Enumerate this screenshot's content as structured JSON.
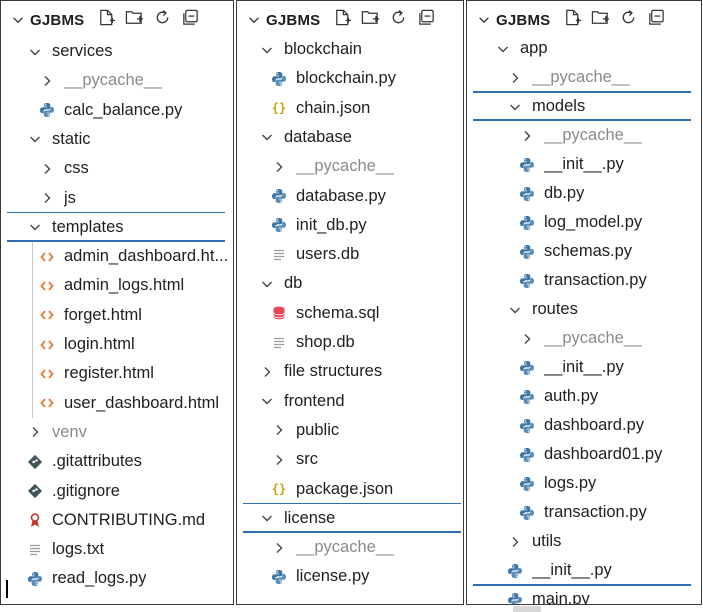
{
  "explorer_title": "GJBMS",
  "colors": {
    "accent": "#2f6fae",
    "python": "#3b77a8",
    "html": "#e37933",
    "json": "#c9a100",
    "sql": "#e8445a",
    "muted": "#8a8a8a"
  },
  "header_icons": [
    "new-file-icon",
    "new-folder-icon",
    "refresh-icon",
    "collapse-all-icon"
  ],
  "panels": [
    {
      "id": "left",
      "rows": [
        {
          "label": "services",
          "kind": "folder-open",
          "depth": 1
        },
        {
          "label": "__pycache__",
          "kind": "folder-closed",
          "depth": 2,
          "muted": true
        },
        {
          "label": "calc_balance.py",
          "kind": "python",
          "depth": 2
        },
        {
          "label": "static",
          "kind": "folder-open",
          "depth": 1
        },
        {
          "label": "css",
          "kind": "folder-closed",
          "depth": 2
        },
        {
          "label": "js",
          "kind": "folder-closed",
          "depth": 2
        },
        {
          "label": "templates",
          "kind": "folder-open",
          "depth": 1,
          "selected": true
        },
        {
          "label": "admin_dashboard.ht...",
          "kind": "html",
          "depth": 2
        },
        {
          "label": "admin_logs.html",
          "kind": "html",
          "depth": 2
        },
        {
          "label": "forget.html",
          "kind": "html",
          "depth": 2
        },
        {
          "label": "login.html",
          "kind": "html",
          "depth": 2
        },
        {
          "label": "register.html",
          "kind": "html",
          "depth": 2
        },
        {
          "label": "user_dashboard.html",
          "kind": "html",
          "depth": 2
        },
        {
          "label": "venv",
          "kind": "folder-closed",
          "depth": 1,
          "muted": true
        },
        {
          "label": ".gitattributes",
          "kind": "git",
          "depth": 1
        },
        {
          "label": ".gitignore",
          "kind": "git",
          "depth": 1
        },
        {
          "label": "CONTRIBUTING.md",
          "kind": "contrib",
          "depth": 1
        },
        {
          "label": "logs.txt",
          "kind": "text",
          "depth": 1
        },
        {
          "label": "read_logs.py",
          "kind": "python",
          "depth": 1
        }
      ]
    },
    {
      "id": "middle",
      "rows": [
        {
          "label": "blockchain",
          "kind": "folder-open",
          "depth": 1
        },
        {
          "label": "blockchain.py",
          "kind": "python",
          "depth": 2
        },
        {
          "label": "chain.json",
          "kind": "json",
          "depth": 2
        },
        {
          "label": "database",
          "kind": "folder-open",
          "depth": 1
        },
        {
          "label": "__pycache__",
          "kind": "folder-closed",
          "depth": 2,
          "muted": true
        },
        {
          "label": "database.py",
          "kind": "python",
          "depth": 2
        },
        {
          "label": "init_db.py",
          "kind": "python",
          "depth": 2
        },
        {
          "label": "users.db",
          "kind": "text",
          "depth": 2
        },
        {
          "label": "db",
          "kind": "folder-open",
          "depth": 1
        },
        {
          "label": "schema.sql",
          "kind": "sql",
          "depth": 2
        },
        {
          "label": "shop.db",
          "kind": "text",
          "depth": 2
        },
        {
          "label": "file structures",
          "kind": "folder-closed",
          "depth": 1
        },
        {
          "label": "frontend",
          "kind": "folder-open",
          "depth": 1
        },
        {
          "label": "public",
          "kind": "folder-closed",
          "depth": 2
        },
        {
          "label": "src",
          "kind": "folder-closed",
          "depth": 2
        },
        {
          "label": "package.json",
          "kind": "json",
          "depth": 2
        },
        {
          "label": "license",
          "kind": "folder-open",
          "depth": 1,
          "selected": true
        },
        {
          "label": "__pycache__",
          "kind": "folder-closed",
          "depth": 2,
          "muted": true
        },
        {
          "label": "license.py",
          "kind": "python",
          "depth": 2
        }
      ]
    },
    {
      "id": "right",
      "rows": [
        {
          "label": "app",
          "kind": "folder-open",
          "depth": 1
        },
        {
          "label": "__pycache__",
          "kind": "folder-closed",
          "depth": 2,
          "muted": true
        },
        {
          "label": "models",
          "kind": "folder-open",
          "depth": 2,
          "selected": true
        },
        {
          "label": "__pycache__",
          "kind": "folder-closed",
          "depth": 3,
          "muted": true
        },
        {
          "label": "__init__.py",
          "kind": "python",
          "depth": 3
        },
        {
          "label": "db.py",
          "kind": "python",
          "depth": 3
        },
        {
          "label": "log_model.py",
          "kind": "python",
          "depth": 3
        },
        {
          "label": "schemas.py",
          "kind": "python",
          "depth": 3
        },
        {
          "label": "transaction.py",
          "kind": "python",
          "depth": 3
        },
        {
          "label": "routes",
          "kind": "folder-open",
          "depth": 2
        },
        {
          "label": "__pycache__",
          "kind": "folder-closed",
          "depth": 3,
          "muted": true
        },
        {
          "label": "__init__.py",
          "kind": "python",
          "depth": 3
        },
        {
          "label": "auth.py",
          "kind": "python",
          "depth": 3
        },
        {
          "label": "dashboard.py",
          "kind": "python",
          "depth": 3
        },
        {
          "label": "dashboard01.py",
          "kind": "python",
          "depth": 3
        },
        {
          "label": "logs.py",
          "kind": "python",
          "depth": 3
        },
        {
          "label": "transaction.py",
          "kind": "python",
          "depth": 3
        },
        {
          "label": "utils",
          "kind": "folder-closed",
          "depth": 2
        },
        {
          "label": "__init__.py",
          "kind": "python",
          "depth": 2
        },
        {
          "label": "main.py",
          "kind": "python",
          "depth": 2,
          "selected": true
        }
      ]
    }
  ]
}
